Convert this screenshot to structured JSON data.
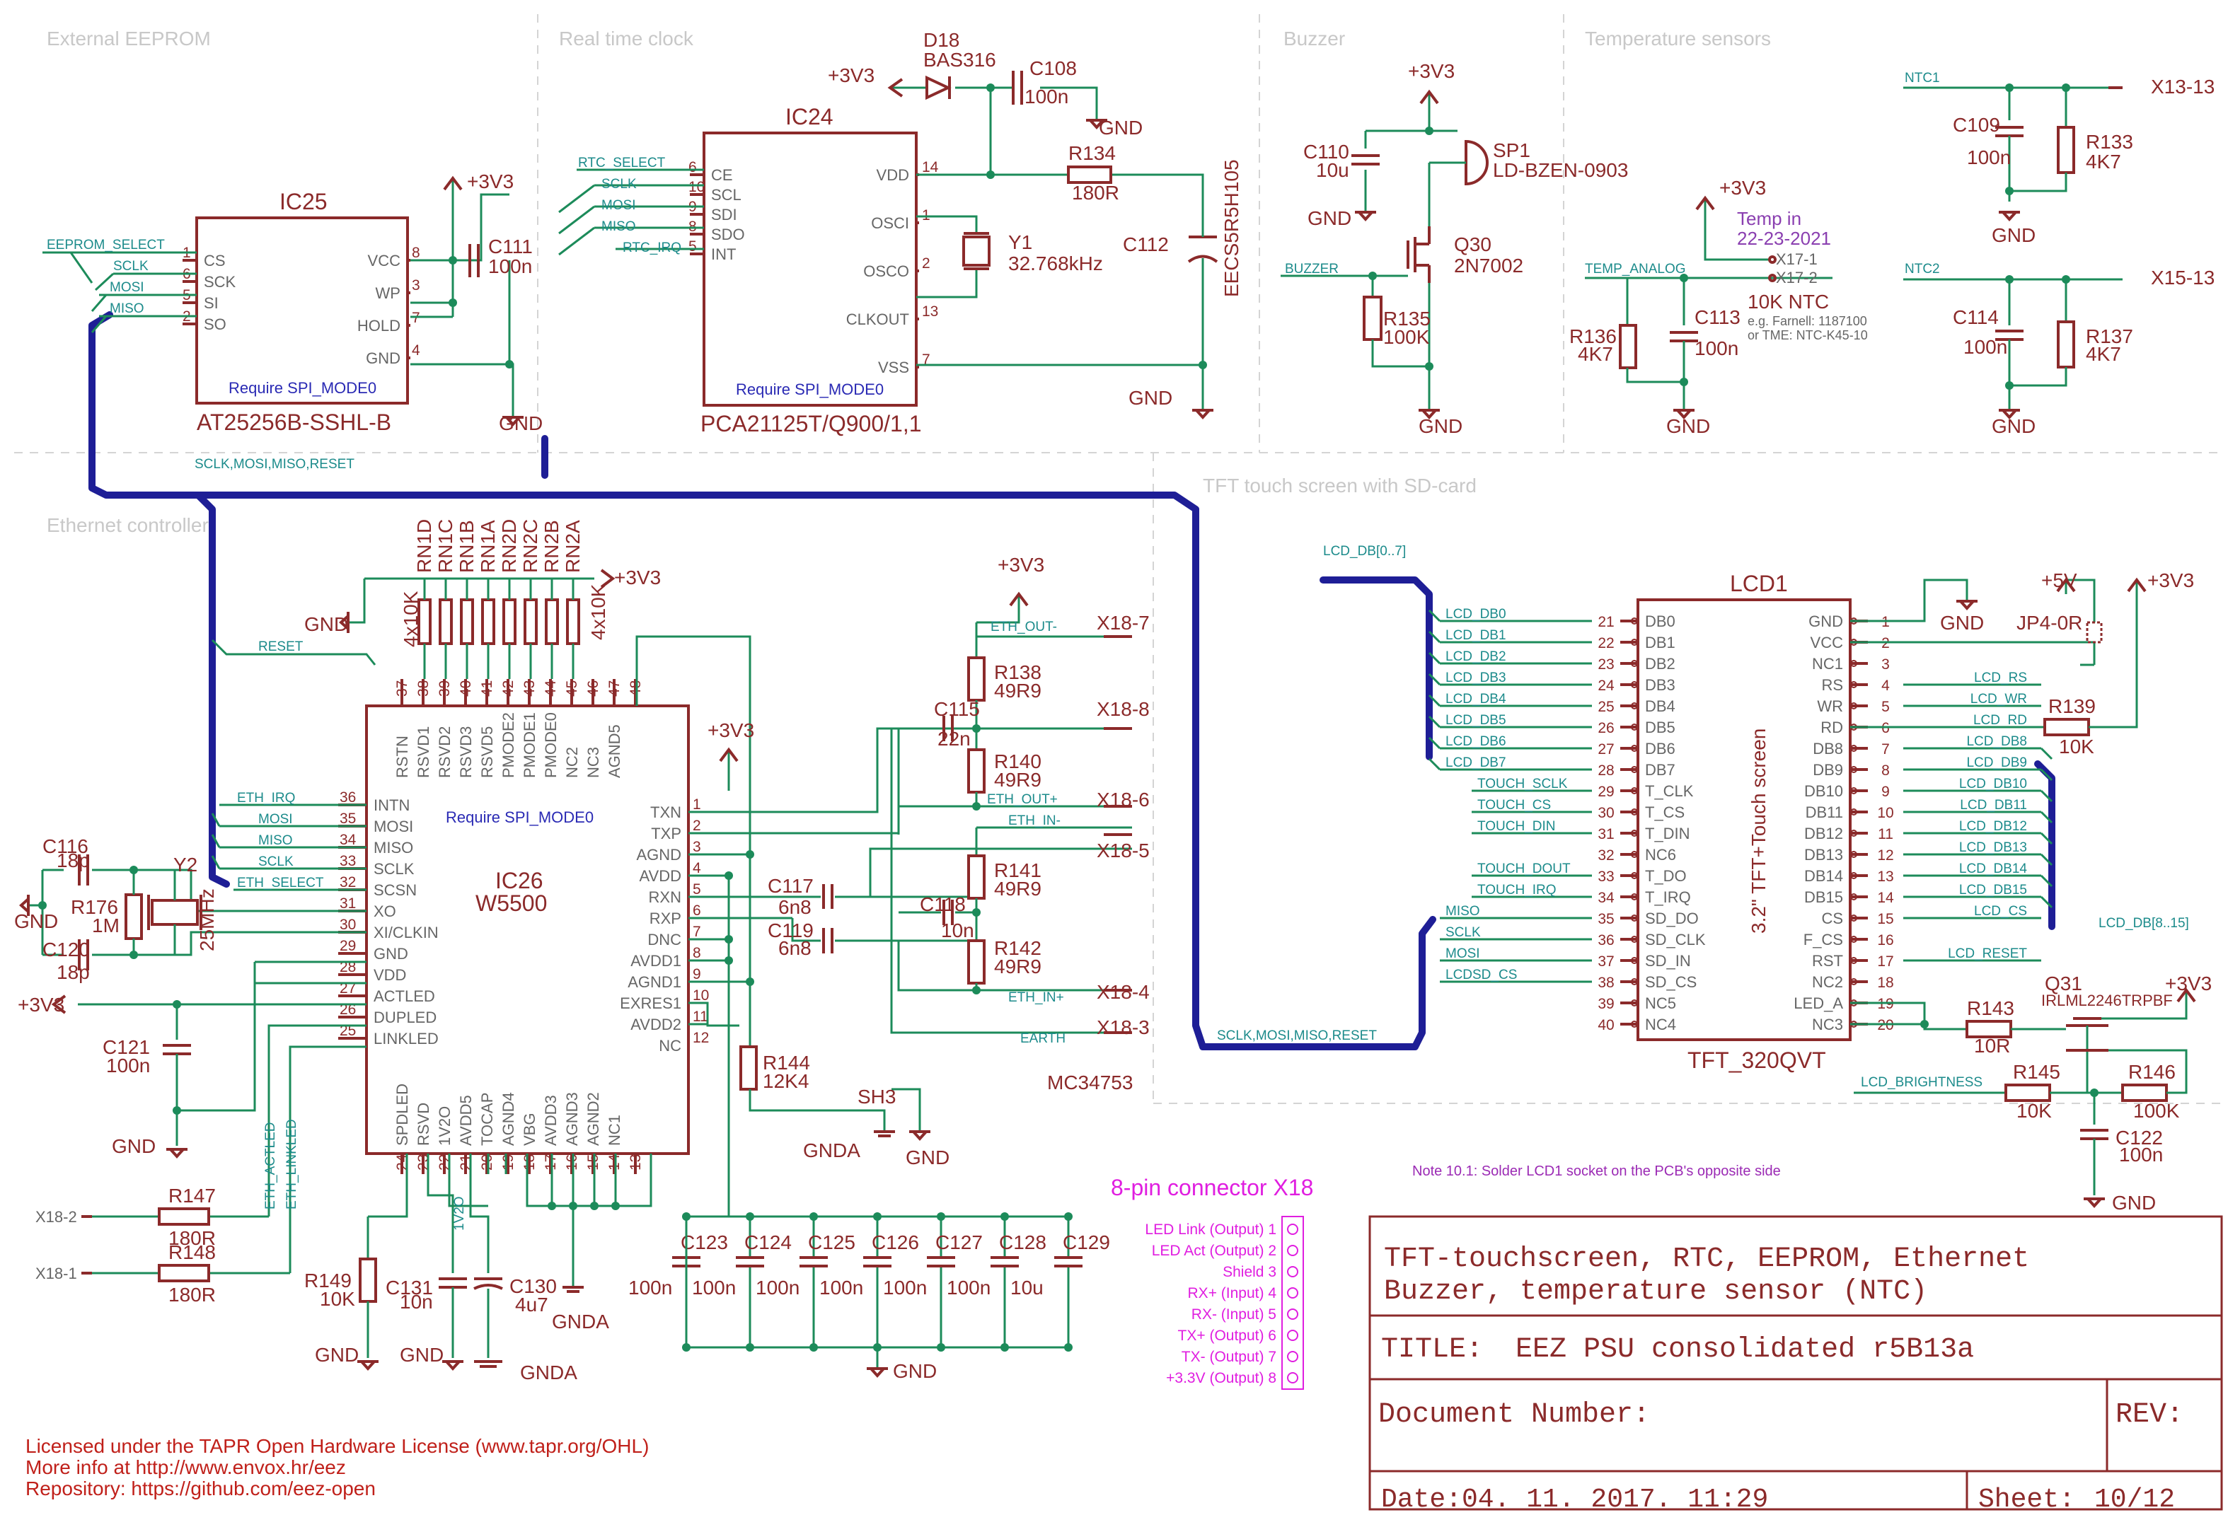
{
  "sections": {
    "eeprom": "External EEPROM",
    "rtc": "Real time clock",
    "buzzer": "Buzzer",
    "temp": "Temperature sensors",
    "ethernet": "Ethernet controller",
    "tft": "TFT touch screen with SD-card"
  },
  "buses": {
    "spi": "SCLK,MOSI,MISO,RESET",
    "lcd_db_low": "LCD_DB[0..7]",
    "lcd_db_high": "LCD_DB[8..15]"
  },
  "eeprom": {
    "ref": "IC25",
    "part": "AT25256B-SSHL-B",
    "note": "Require SPI_MODE0",
    "pins_left": [
      "CS",
      "SCK",
      "SI",
      "SO"
    ],
    "pins_left_num": [
      "1",
      "6",
      "5",
      "2"
    ],
    "pins_right": [
      "VCC",
      "WP",
      "HOLD",
      "GND"
    ],
    "pins_right_num": [
      "8",
      "3",
      "7",
      "4"
    ],
    "nets": [
      "EEPROM_SELECT",
      "SCLK",
      "MOSI",
      "MISO"
    ],
    "cap_ref": "C111",
    "cap_val": "100n",
    "supply": "+3V3",
    "gnd": "GND"
  },
  "rtc": {
    "ref": "IC24",
    "part": "PCA21125T/Q900/1,1",
    "note": "Require SPI_MODE0",
    "pins_left": [
      "CE",
      "SCL",
      "SDI",
      "SDO",
      "INT"
    ],
    "pins_left_num": [
      "6",
      "10",
      "9",
      "8",
      "5"
    ],
    "pins_right": [
      "VDD",
      "OSCI",
      "OSCO",
      "CLKOUT",
      "VSS"
    ],
    "pins_right_num": [
      "14",
      "1",
      "2",
      "13",
      "7"
    ],
    "nets": [
      "RTC_SELECT",
      "SCLK",
      "MOSI",
      "MISO",
      "RTC_IRQ"
    ],
    "diode_ref": "D18",
    "diode_val": "BAS316",
    "c108": "C108",
    "c108_val": "100n",
    "r134": "R134",
    "r134_val": "180R",
    "xtal_ref": "Y1",
    "xtal_val": "32.768kHz",
    "c112": "C112",
    "c112_val": "EECS5R5H105",
    "supply": "+3V3",
    "gnd": "GND"
  },
  "buzzer": {
    "c110": "C110",
    "c110_val": "10u",
    "sp1": "SP1",
    "sp1_val": "LD-BZEN-0903",
    "q30": "Q30",
    "q30_val": "2N7002",
    "r135": "R135",
    "r135_val": "100K",
    "net": "BUZZER",
    "supply": "+3V3",
    "gnd": "GND"
  },
  "temp": {
    "net_analog": "TEMP_ANALOG",
    "r136": "R136",
    "r136_val": "4K7",
    "c113": "C113",
    "c113_val": "100n",
    "x171": "X17-1",
    "x172": "X17-2",
    "ntc": "10K NTC",
    "ntc_eg1": "e.g. Farnell: 1187100",
    "ntc_eg2": "or TME: NTC-K45-10",
    "temp_in": "Temp in",
    "temp_date": "22-23-2021",
    "ntc1": "NTC1",
    "x1313": "X13-13",
    "c109": "C109",
    "c109_val": "100n",
    "r133": "R133",
    "r133_val": "4K7",
    "ntc2": "NTC2",
    "x1513": "X15-13",
    "c114": "C114",
    "c114_val": "100n",
    "r137": "R137",
    "r137_val": "4K7",
    "supply": "+3V3",
    "gnd": "GND"
  },
  "eth": {
    "ref": "IC26",
    "part": "W5500",
    "note": "Require SPI_MODE0",
    "rn_labels": [
      "RN1D",
      "RN1C",
      "RN1B",
      "RN1A",
      "RN2D",
      "RN2C",
      "RN2B",
      "RN2A"
    ],
    "rn_val": "4x10K",
    "top_pins": [
      "RSTN",
      "RSVD1",
      "RSVD2",
      "RSVD3",
      "RSVD5",
      "PMODE2",
      "PMODE1",
      "PMODE0",
      "NC2",
      "NC3",
      "AGND5"
    ],
    "top_nums": [
      "37",
      "38",
      "39",
      "40",
      "41",
      "42",
      "43",
      "44",
      "45",
      "46",
      "47",
      "48"
    ],
    "left_pins": [
      "INTN",
      "MOSI",
      "MISO",
      "SCLK",
      "SCSN",
      "XO",
      "XI/CLKIN",
      "GND",
      "VDD",
      "ACTLED",
      "DUPLED",
      "LINKLED"
    ],
    "left_nums": [
      "36",
      "35",
      "34",
      "33",
      "32",
      "31",
      "30",
      "29",
      "28",
      "27",
      "26",
      "25"
    ],
    "right_pins": [
      "TXN",
      "TXP",
      "AGND",
      "AVDD",
      "RXN",
      "RXP",
      "DNC",
      "AVDD1",
      "AGND1",
      "EXRES1",
      "AVDD2",
      "NC"
    ],
    "right_nums": [
      "1",
      "2",
      "3",
      "4",
      "5",
      "6",
      "7",
      "8",
      "9",
      "10",
      "11",
      "12"
    ],
    "bottom_pins": [
      "SPDLED",
      "RSVD",
      "1V2O",
      "AVDD5",
      "TOCAP",
      "AGND4",
      "VBG",
      "AVDD3",
      "AGND3",
      "AGND2",
      "NC1"
    ],
    "bottom_nums": [
      "24",
      "23",
      "22",
      "21",
      "20",
      "19",
      "18",
      "17",
      "16",
      "15",
      "14",
      "13"
    ],
    "nets_left": [
      "ETH_IRQ",
      "MOSI",
      "MISO",
      "SCLK",
      "ETH_SELECT"
    ],
    "net_reset": "RESET",
    "c116": "C116",
    "c116_val": "18p",
    "c120": "C120",
    "c120_val": "18p",
    "y2": "Y2",
    "y2_val": "25MHz",
    "r176": "R176",
    "r176_val": "1M",
    "c121": "C121",
    "c121_val": "100n",
    "r147": "R147",
    "r147_val": "180R",
    "r148": "R148",
    "r148_val": "180R",
    "r149": "R149",
    "r149_val": "10K",
    "x182": "X18-2",
    "x181": "X18-1",
    "c131": "C131",
    "c131_val": "10n",
    "c130": "C130",
    "c130_val": "4u7",
    "net_1v2o": "1V2O",
    "net_actled": "ETH_ACTLED",
    "net_linkled": "ETH_LINKLED",
    "c115": "C115",
    "c115_val": "22n",
    "c117": "C117",
    "c117_val": "6n8",
    "c119": "C119",
    "c119_val": "6n8",
    "c118": "C118",
    "c118_val": "10n",
    "r138": "R138",
    "r138_val": "49R9",
    "r140": "R140",
    "r140_val": "49R9",
    "r141": "R141",
    "r141_val": "49R9",
    "r142": "R142",
    "r142_val": "49R9",
    "r144": "R144",
    "r144_val": "12K4",
    "sh3": "SH3",
    "mc": "MC34753",
    "eth_out_minus": "ETH_OUT-",
    "eth_out_plus": "ETH_OUT+",
    "eth_in_minus": "ETH_IN-",
    "eth_in_plus": "ETH_IN+",
    "earth": "EARTH",
    "x187": "X18-7",
    "x188": "X18-8",
    "x186": "X18-6",
    "x185": "X18-5",
    "x184": "X18-4",
    "x183": "X18-3",
    "caps_bottom": [
      "C123",
      "C124",
      "C125",
      "C126",
      "C127",
      "C128",
      "C129"
    ],
    "caps_bottom_val": [
      "100n",
      "100n",
      "100n",
      "100n",
      "100n",
      "100n",
      "10u"
    ],
    "supply": "+3V3",
    "gnd": "GND",
    "gnda": "GNDA"
  },
  "connector": {
    "title": "8-pin connector X18",
    "pins": [
      "LED Link (Output) 1",
      "LED Act (Output) 2",
      "Shield 3",
      "RX+ (Input) 4",
      "RX- (Input) 5",
      "TX+ (Output) 6",
      "TX- (Output) 7",
      "+3.3V (Output) 8"
    ]
  },
  "lcd": {
    "ref": "LCD1",
    "part": "TFT_320QVT",
    "vertical": "3.2\" TFT+Touch screen",
    "left_pins": [
      "DB0",
      "DB1",
      "DB2",
      "DB3",
      "DB4",
      "DB5",
      "DB6",
      "DB7",
      "T_CLK",
      "T_CS",
      "T_DIN",
      "NC6",
      "T_DO",
      "T_IRQ",
      "SD_DO",
      "SD_CLK",
      "SD_IN",
      "SD_CS",
      "NC5",
      "NC4"
    ],
    "left_nums": [
      "21",
      "22",
      "23",
      "24",
      "25",
      "26",
      "27",
      "28",
      "29",
      "30",
      "31",
      "32",
      "33",
      "34",
      "35",
      "36",
      "37",
      "38",
      "39",
      "40"
    ],
    "left_nets": [
      "LCD_DB0",
      "LCD_DB1",
      "LCD_DB2",
      "LCD_DB3",
      "LCD_DB4",
      "LCD_DB5",
      "LCD_DB6",
      "LCD_DB7",
      "TOUCH_SCLK",
      "TOUCH_CS",
      "TOUCH_DIN",
      "",
      "TOUCH_DOUT",
      "TOUCH_IRQ",
      "MISO",
      "SCLK",
      "MOSI",
      "LCDSD_CS",
      "",
      ""
    ],
    "right_pins": [
      "GND",
      "VCC",
      "NC1",
      "RS",
      "WR",
      "RD",
      "DB8",
      "DB9",
      "DB10",
      "DB11",
      "DB12",
      "DB13",
      "DB14",
      "DB15",
      "CS",
      "F_CS",
      "RST",
      "NC2",
      "LED_A",
      "NC3"
    ],
    "right_nums": [
      "1",
      "2",
      "3",
      "4",
      "5",
      "6",
      "7",
      "8",
      "9",
      "10",
      "11",
      "12",
      "13",
      "14",
      "15",
      "16",
      "17",
      "18",
      "19",
      "20"
    ],
    "right_nets": [
      "",
      "",
      "",
      "LCD_RS",
      "LCD_WR",
      "LCD_RD",
      "LCD_DB8",
      "LCD_DB9",
      "LCD_DB10",
      "LCD_DB11",
      "LCD_DB12",
      "LCD_DB13",
      "LCD_DB14",
      "LCD_DB15",
      "LCD_CS",
      "",
      "LCD_RESET",
      "",
      "",
      ""
    ],
    "jp4": "JP4-0R",
    "r139": "R139",
    "r139_val": "10K",
    "r143": "R143",
    "r143_val": "10R",
    "q31": "Q31",
    "q31_val": "IRLML2246TRPBF",
    "r145": "R145",
    "r145_val": "10K",
    "r146": "R146",
    "r146_val": "100K",
    "c122": "C122",
    "c122_val": "100n",
    "net_brightness": "LCD_BRIGHTNESS",
    "plus5": "+5V",
    "supply": "+3V3",
    "gnd": "GND",
    "note": "Note 10.1: Solder LCD1 socket on the PCB's opposite side"
  },
  "title_block": {
    "desc1": "TFT-touchscreen, RTC, EEPROM, Ethernet",
    "desc2": "Buzzer, temperature sensor (NTC)",
    "title_label": "TITLE:",
    "title_value": "EEZ PSU consolidated r5B13a",
    "doc_label": "Document Number:",
    "rev_label": "REV:",
    "date_label": "Date:",
    "date_value": "04. 11. 2017. 11:29",
    "sheet_label": "Sheet:",
    "sheet_value": "10/12"
  },
  "license": {
    "line1": "Licensed under the TAPR Open Hardware License (www.tapr.org/OHL)",
    "line2": "More info at http://www.envox.hr/eez",
    "line3": "Repository: https://github.com/eez-open"
  },
  "colors": {
    "wire": "#1c8b5a",
    "component": "#8b2a2a",
    "bus": "#1e1e96",
    "net_label": "#1c8b8b",
    "note_blue": "#2a2ab4",
    "connector": "#e01ee0",
    "frame": "#8b2a2a",
    "section": "#c8c8c8"
  }
}
